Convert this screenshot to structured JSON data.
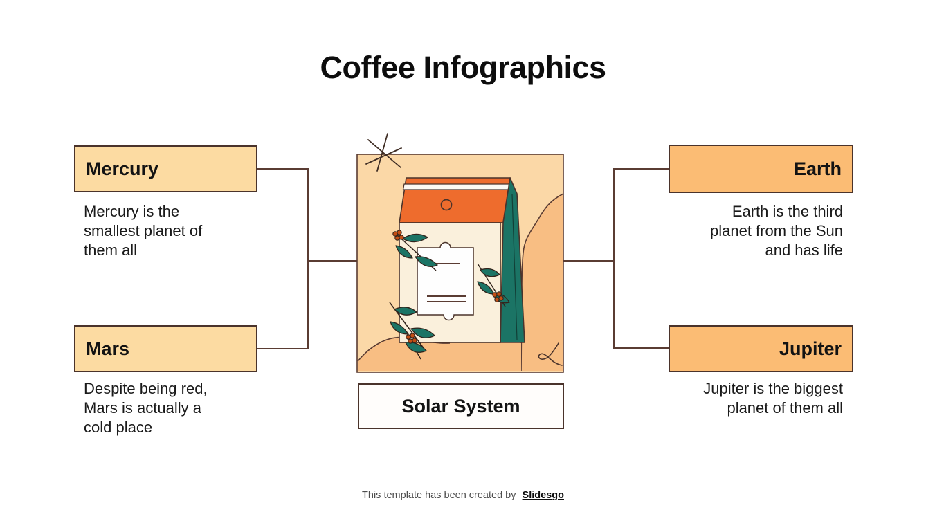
{
  "title": "Coffee Infographics",
  "center": {
    "label": "Solar System",
    "illustration": "coffee-bag-with-coffee-plant-branches"
  },
  "items": [
    {
      "name": "Mercury",
      "description": "Mercury is the smallest planet of them all"
    },
    {
      "name": "Mars",
      "description": "Despite being red, Mars is actually a cold place"
    },
    {
      "name": "Earth",
      "description": "Earth is the third planet from the Sun and has life"
    },
    {
      "name": "Jupiter",
      "description": "Jupiter is the biggest planet of them all"
    }
  ],
  "footer": {
    "text": "This template has been created by",
    "brand": "Slidesgo"
  },
  "colors": {
    "left_box_fill": "#fcdba2",
    "right_box_fill": "#fbbc74",
    "box_border": "#4a332b",
    "connector_line": "#5a3c33",
    "illustration_background": "#fbd8a7",
    "illustration_accent_shape": "#f8be83",
    "bag_top_orange": "#ee6c2d",
    "bag_body_cream": "#faf0dc",
    "leaf_teal": "#1b7465",
    "berry_orange": "#c34e14",
    "text": "#1a1a1a"
  }
}
